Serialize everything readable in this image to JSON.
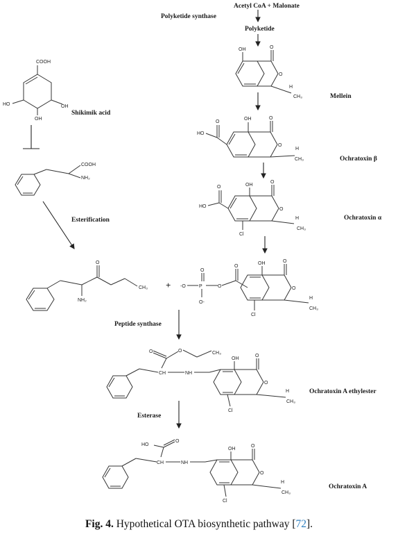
{
  "diagram": {
    "labels": {
      "acetyl": "Acetyl CoA + Malonate",
      "pks": "Polyketide synthase",
      "polyketide": "Polyketide",
      "mellein": "Mellein",
      "ochra_beta": "Ochratoxin β",
      "ochra_alpha": "Ochratoxin α",
      "shikimic": "Shikimik acid",
      "esterification": "Esterification",
      "peptide_synthase": "Peptide synthase",
      "ota_ester": "Ochratoxin A ethylester",
      "esterase": "Esterase",
      "ota": "Ochratoxin A",
      "plus": "+"
    },
    "atoms": {
      "OH": "OH",
      "O": "O",
      "COOH": "COOH",
      "HO": "HO",
      "H": "H",
      "CH3": "CH₃",
      "Cl": "Cl",
      "NH2": "NH₂",
      "NH": "NH",
      "CH": "CH",
      "P": "P",
      "Ominus": "-O",
      "Ominus2": "O-"
    }
  },
  "caption": {
    "fig_label": "Fig. 4.",
    "text": "Hypothetical OTA biosynthetic pathway [",
    "ref": "72",
    "end": "]."
  }
}
